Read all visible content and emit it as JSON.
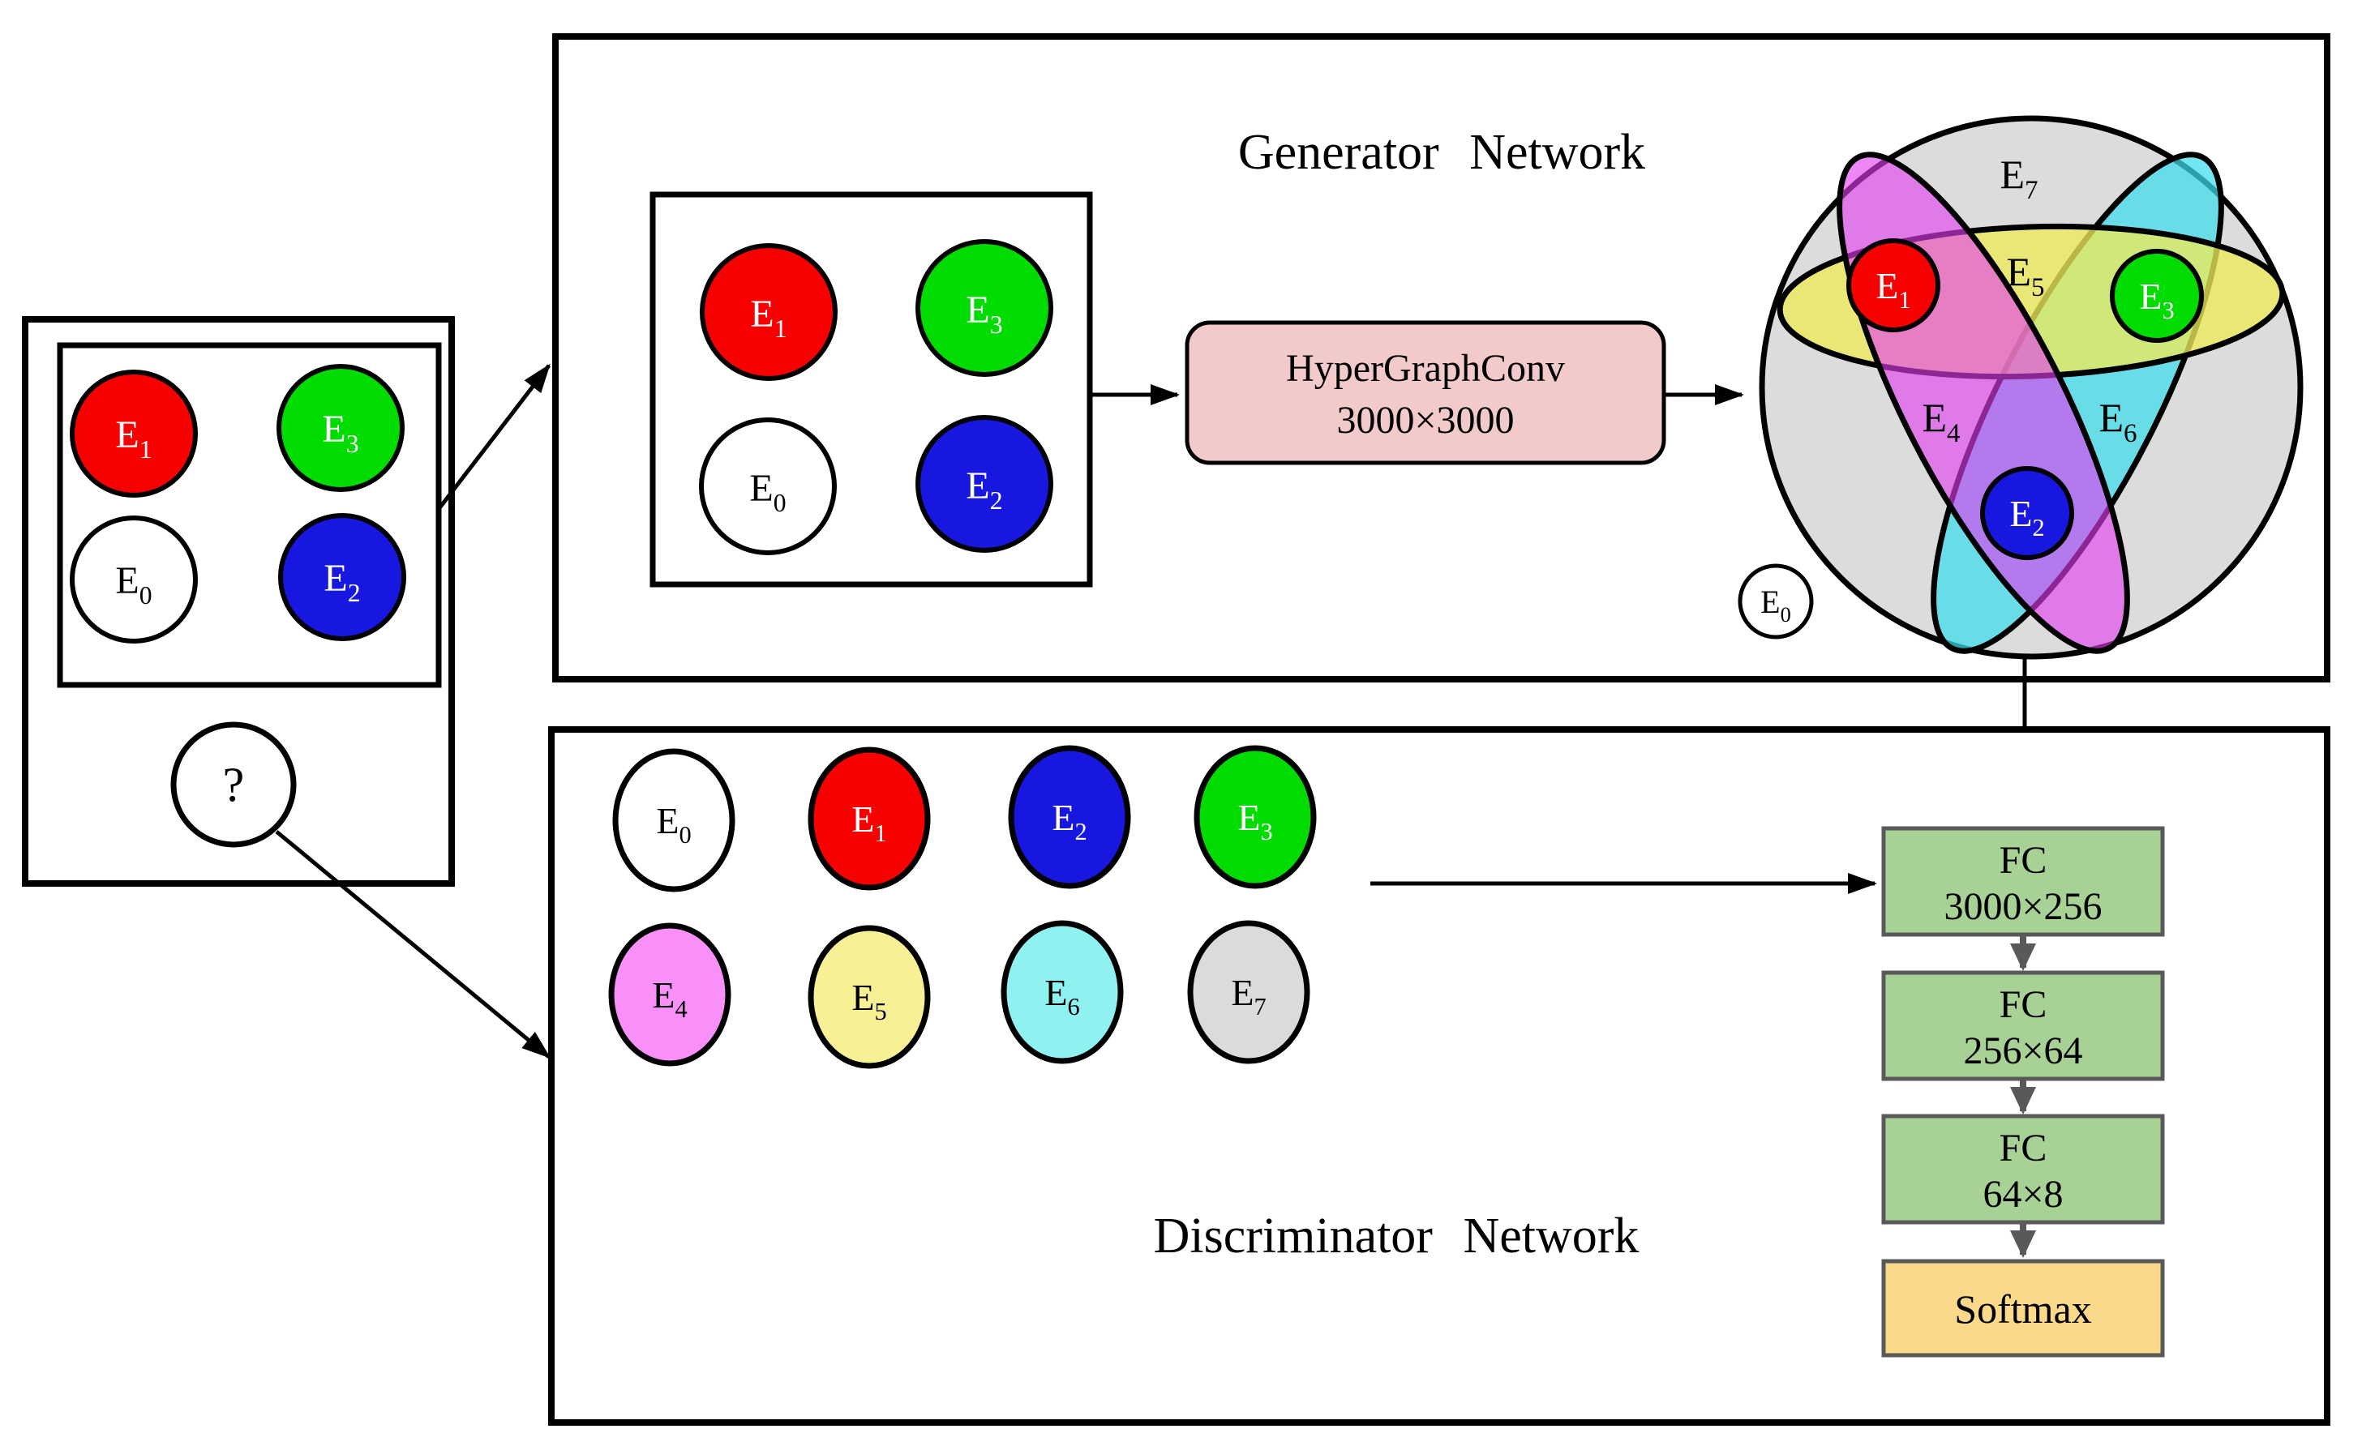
{
  "titles": {
    "generator": "Generator Network",
    "discriminator": "Discriminator Network"
  },
  "colors": {
    "node_red": "#F80000",
    "node_green": "#00DC00",
    "node_blue": "#1717E0",
    "node_white": "#FFFFFF",
    "light_violet": "#F990F9",
    "light_yellow": "#F7F095",
    "light_cyan": "#90F1F1",
    "light_grey": "#DBDBDB",
    "venn_grey": "#DCDCDC",
    "venn_yellow": "rgba(237,234,90,0.78)",
    "venn_cyan": "rgba(60,220,235,0.72)",
    "venn_magenta": "rgba(226,62,240,0.62)",
    "conv_fill": "#F2CACA",
    "fc_fill": "#A8D295",
    "softmax_fill": "#FBD98B",
    "arrow_grey": "#595959"
  },
  "left_panel": {
    "unknown_label": "?",
    "nodes": [
      {
        "base": "E",
        "sub": "1",
        "fill": "#F80000",
        "text_fill": "#FFFFFF"
      },
      {
        "base": "E",
        "sub": "3",
        "fill": "#00DC00",
        "text_fill": "#FFFFFF"
      },
      {
        "base": "E",
        "sub": "0",
        "fill": "#FFFFFF",
        "text_fill": "#000000"
      },
      {
        "base": "E",
        "sub": "2",
        "fill": "#1717E0",
        "text_fill": "#FFFFFF"
      }
    ]
  },
  "generator": {
    "input_nodes": [
      {
        "base": "E",
        "sub": "1",
        "fill": "#F80000",
        "text_fill": "#FFFFFF"
      },
      {
        "base": "E",
        "sub": "3",
        "fill": "#00DC00",
        "text_fill": "#FFFFFF"
      },
      {
        "base": "E",
        "sub": "0",
        "fill": "#FFFFFF",
        "text_fill": "#000000"
      },
      {
        "base": "E",
        "sub": "2",
        "fill": "#1717E0",
        "text_fill": "#FFFFFF"
      }
    ],
    "conv": {
      "line1": "HyperGraphConv",
      "line2": "3000×3000"
    },
    "venn": {
      "outer_set": {
        "base": "E",
        "sub": "7"
      },
      "yellow_set": {
        "base": "E",
        "sub": "5"
      },
      "magenta_set": {
        "base": "E",
        "sub": "4"
      },
      "cyan_set": {
        "base": "E",
        "sub": "6"
      },
      "nodes": [
        {
          "base": "E",
          "sub": "1",
          "fill": "#F80000",
          "text_fill": "#FFFFFF"
        },
        {
          "base": "E",
          "sub": "3",
          "fill": "#00DC00",
          "text_fill": "#FFFFFF"
        },
        {
          "base": "E",
          "sub": "2",
          "fill": "#1717E0",
          "text_fill": "#FFFFFF"
        }
      ],
      "outside_node": {
        "base": "E",
        "sub": "0",
        "fill": "#FFFFFF",
        "text_fill": "#000000"
      }
    }
  },
  "discriminator": {
    "nodes": [
      {
        "base": "E",
        "sub": "0",
        "fill": "#FFFFFF",
        "text_fill": "#000000"
      },
      {
        "base": "E",
        "sub": "1",
        "fill": "#F80000",
        "text_fill": "#FFFFFF"
      },
      {
        "base": "E",
        "sub": "2",
        "fill": "#1717E0",
        "text_fill": "#FFFFFF"
      },
      {
        "base": "E",
        "sub": "3",
        "fill": "#00DC00",
        "text_fill": "#FFFFFF"
      },
      {
        "base": "E",
        "sub": "4",
        "fill": "#F990F9",
        "text_fill": "#000000"
      },
      {
        "base": "E",
        "sub": "5",
        "fill": "#F7F095",
        "text_fill": "#000000"
      },
      {
        "base": "E",
        "sub": "6",
        "fill": "#90F1F1",
        "text_fill": "#000000"
      },
      {
        "base": "E",
        "sub": "7",
        "fill": "#DBDBDB",
        "text_fill": "#000000"
      }
    ],
    "fc_layers": [
      {
        "line1": "FC",
        "line2": "3000×256"
      },
      {
        "line1": "FC",
        "line2": "256×64"
      },
      {
        "line1": "FC",
        "line2": "64×8"
      }
    ],
    "softmax_label": "Softmax"
  }
}
